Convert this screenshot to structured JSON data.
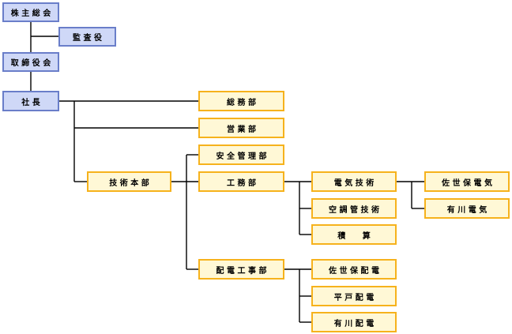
{
  "org": {
    "shareholders_meeting": "株 主 総 会",
    "auditor": "監 査 役",
    "board": "取 締 役 会",
    "president": "社 長",
    "general_affairs": "総 務 部",
    "sales": "営 業 部",
    "engineering_hq": "技 術 本 部",
    "safety_management": "安 全 管 理 部",
    "construction": "工 務 部",
    "distribution_construction": "配 電 工 事 部",
    "electrical_tech": "電 気 技 術",
    "air_conditioning_tech": "空 調 管 技 術",
    "estimation": "積 算",
    "sasebo_electric": "佐 世 保 電 気",
    "arikawa_electric": "有 川 電 気",
    "sasebo_distribution": "佐 世 保 配 電",
    "hirado_distribution": "平 戸 配 電",
    "arikawa_distribution": "有 川 配 電"
  },
  "colors": {
    "executive_fill": "#cfd8f7",
    "executive_border": "#6a7ec9",
    "department_fill": "#fff8d6",
    "department_border": "#f6b21c",
    "connector": "#000000"
  }
}
